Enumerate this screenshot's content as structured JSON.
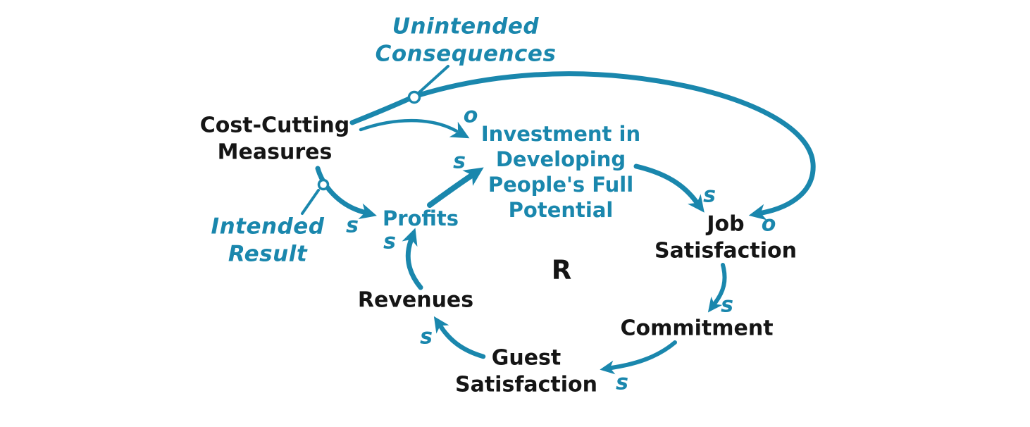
{
  "diagram": {
    "type": "causal-loop",
    "colors": {
      "accent": "#1A87AD",
      "text": "#151515",
      "background": "#FFFFFF"
    },
    "loop_label": "R",
    "nodes": {
      "cost_cutting": "Cost-Cutting\nMeasures",
      "profits": "Profits",
      "investment": "Investment in\nDeveloping\nPeople's Full\nPotential",
      "job_satisfaction": "Job\nSatisfaction",
      "commitment": "Commitment",
      "guest_satisfaction": "Guest\nSatisfaction",
      "revenues": "Revenues"
    },
    "annotations": {
      "unintended": "Unintended\nConsequences",
      "intended": "Intended\nResult"
    },
    "polarity": {
      "cc_profits": "s",
      "rev_profits": "s",
      "profits_inv": "s",
      "cc_inv": "o",
      "inv_job": "s",
      "curve_job": "o",
      "job_commit": "s",
      "commit_guest": "s",
      "guest_rev": "s"
    },
    "links": [
      {
        "from": "cost_cutting",
        "to": "profits",
        "polarity": "s",
        "note": "Intended Result"
      },
      {
        "from": "cost_cutting",
        "to": "investment",
        "polarity": "o"
      },
      {
        "from": "cost_cutting",
        "to": "job_satisfaction",
        "polarity": "o",
        "note": "Unintended Consequences"
      },
      {
        "from": "profits",
        "to": "investment",
        "polarity": "s"
      },
      {
        "from": "investment",
        "to": "job_satisfaction",
        "polarity": "s"
      },
      {
        "from": "job_satisfaction",
        "to": "commitment",
        "polarity": "s"
      },
      {
        "from": "commitment",
        "to": "guest_satisfaction",
        "polarity": "s"
      },
      {
        "from": "guest_satisfaction",
        "to": "revenues",
        "polarity": "s"
      },
      {
        "from": "revenues",
        "to": "profits",
        "polarity": "s"
      }
    ]
  }
}
